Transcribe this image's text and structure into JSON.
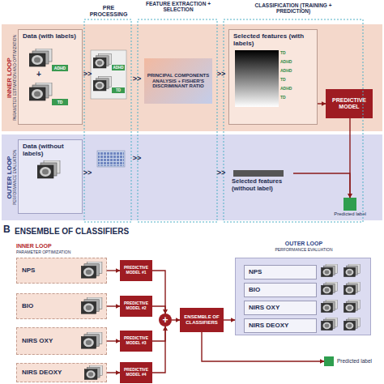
{
  "diagram": {
    "nodes": [
      {
        "text": [
          "INNER LOOP",
          "PARAMETER ESTIMATION AND OPTIMIZATION"
        ]
      },
      {
        "text": [
          "Data (with labels)"
        ],
        "in": 0
      },
      {
        "text": [
          "PRINCIPAL COMPONENTS ANALYSIS + FISHER'S DISCRIMINANT RATIO"
        ],
        "in": 0
      },
      {
        "text": [
          "Selected features (with labels)"
        ],
        "in": 0
      },
      {
        "text": [
          "PREDICTIVE MODEL"
        ],
        "in": 0
      },
      {
        "text": [
          "OUTER LOOP",
          "PERFORMANCE EVALUATION"
        ]
      },
      {
        "text": [
          "Data (without labels)"
        ],
        "in": 5
      },
      {
        "text": [
          "Selected features (without label)"
        ],
        "in": 5
      },
      {
        "text": [
          "Predicted label"
        ],
        "in": 5
      },
      {
        "text": [
          "NPS"
        ]
      },
      {
        "text": [
          "BIO"
        ]
      },
      {
        "text": [
          "NIRS OXY"
        ]
      },
      {
        "text": [
          "NIRS DEOXY"
        ]
      },
      {
        "text": [
          "PREDICTIVE MODEL #1"
        ]
      },
      {
        "text": [
          "PREDICTIVE MODEL #2"
        ]
      },
      {
        "text": [
          "PREDICTIVE MODEL #3"
        ]
      },
      {
        "text": [
          "PREDICTIVE MODEL #4"
        ]
      },
      {
        "text": [
          "+"
        ]
      },
      {
        "text": [
          "ENSEMBLE OF CLASSIFIERS"
        ]
      },
      {
        "text": [
          "OUTER LOOP",
          "PERFORMANCE EVALUATION"
        ]
      },
      {
        "text": [
          "NPS"
        ],
        "in": 19
      },
      {
        "text": [
          "BIO"
        ],
        "in": 19
      },
      {
        "text": [
          "NIRS OXY"
        ],
        "in": 19
      },
      {
        "text": [
          "NIRS DEOXY"
        ],
        "in": 19
      },
      {
        "text": [
          "Predicted label"
        ]
      }
    ],
    "edges": [
      {
        "from": 3,
        "to": 4,
        "arrow": "to"
      },
      {
        "from": 4,
        "to": 8,
        "arrow": "to"
      },
      {
        "from": 7,
        "to": 8,
        "arrow": "to"
      },
      {
        "from": 9,
        "to": 13,
        "arrow": "to"
      },
      {
        "from": 10,
        "to": 14,
        "arrow": "to"
      },
      {
        "from": 11,
        "to": 15,
        "arrow": "to"
      },
      {
        "from": 12,
        "to": 16,
        "arrow": "to"
      },
      {
        "from": 13,
        "to": 17,
        "arrow": "to"
      },
      {
        "from": 14,
        "to": 17,
        "arrow": "to"
      },
      {
        "from": 15,
        "to": 17,
        "arrow": "to"
      },
      {
        "from": 16,
        "to": 17,
        "arrow": "to"
      },
      {
        "from": 17,
        "to": 18,
        "arrow": "to"
      },
      {
        "from": 18,
        "to": 19,
        "arrow": "to"
      },
      {
        "from": 18,
        "to": 24,
        "arrow": "to"
      }
    ],
    "labels": [
      "PRE PROCESSING",
      "FEATURE EXTRACTION + SELECTION",
      "CLASSIFICATION (TRAINING + PREDICTION)",
      "ADHD",
      "+",
      "TD",
      "ADHD",
      "TD",
      "TD",
      "ADHD",
      "ADHD",
      "TD",
      "ADHD",
      "TD",
      ">>",
      ">>",
      ">>",
      ">>",
      ">>",
      ">>",
      "B",
      "ENSEMBLE OF CLASSIFIERS",
      "INNER LOOP",
      "PARAMETER OPTIMIZATION"
    ]
  }
}
